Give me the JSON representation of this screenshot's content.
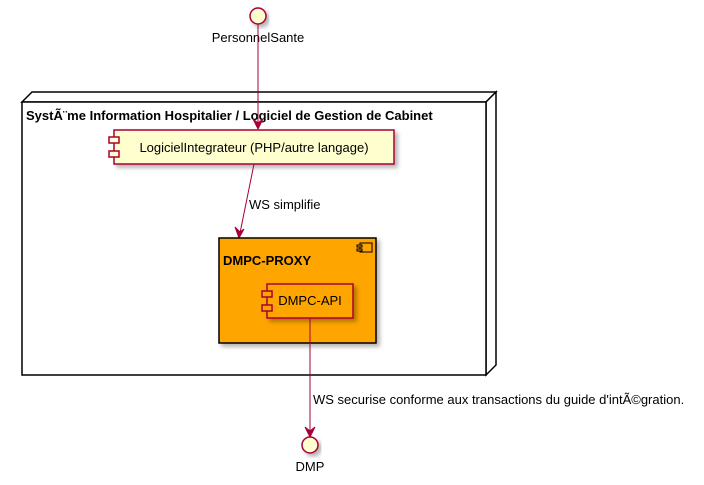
{
  "actors": {
    "top": "PersonnelSante",
    "bottom": "DMP"
  },
  "node": {
    "title": "SystÃ¨me Information Hospitalier / Logiciel de Gestion de Cabinet"
  },
  "components": {
    "integrator": "LogicielIntegrateur (PHP/autre langage)",
    "proxy": "DMPC-PROXY",
    "api": "DMPC-API"
  },
  "edges": {
    "integrator_to_proxy": "WS simplifie",
    "api_to_dmp": "WS securise conforme aux transactions du guide d'intÃ©gration."
  },
  "colors": {
    "arrow": "#A80036",
    "component_fill": "#FEFECE",
    "proxy_fill": "#FFA500",
    "border": "#000000",
    "shadow": "#BBBBBB"
  }
}
